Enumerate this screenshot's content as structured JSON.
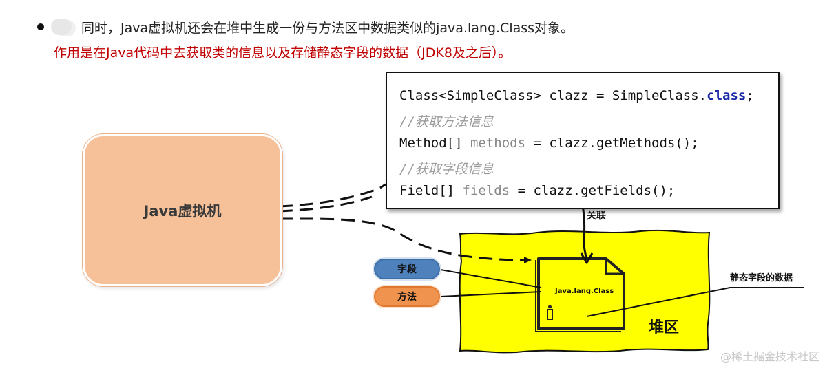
{
  "header": {
    "bullet_text": "同时，Java虚拟机还会在堆中生成一份与方法区中数据类似的java.lang.Class对象。",
    "red_text": "作用是在Java代码中去获取类的信息以及存储静态字段的数据（JDK8及之后）。"
  },
  "jvm": {
    "label": "Java虚拟机"
  },
  "code": {
    "line1_prefix": "Class<SimpleClass> clazz = SimpleClass.",
    "line1_kw": "class",
    "line1_suffix": ";",
    "comment1": "//获取方法信息",
    "line3_prefix": "Method[] ",
    "line3_var": "methods",
    "line3_suffix": " = clazz.getMethods();",
    "comment2": "//获取字段信息",
    "line5_prefix": "Field[] ",
    "line5_var": "fields",
    "line5_suffix": " = clazz.getFields();"
  },
  "labels": {
    "association": "关联",
    "heap": "堆区",
    "class_object": "Java.lang.Class",
    "static_data": "静态字段的数据",
    "field_pill": "字段",
    "method_pill": "方法",
    "watermark": "@稀土掘金技术社区"
  },
  "colors": {
    "heap_fill": "#ffff00",
    "jvm_fill": "#f6c199",
    "field_pill": "#4f81bd",
    "method_pill": "#f0934e",
    "red_text": "#c00000"
  }
}
